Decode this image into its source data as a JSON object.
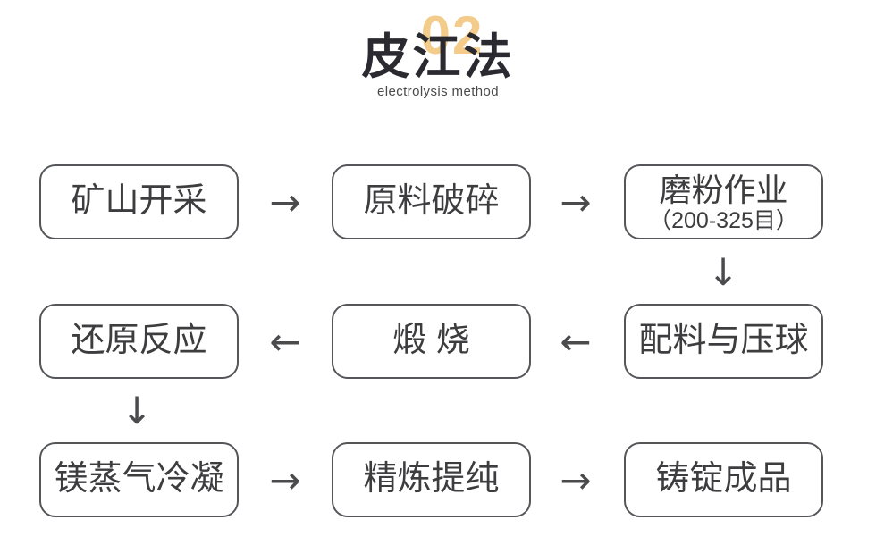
{
  "header": {
    "number": "02",
    "title": "皮江法",
    "subtitle": "electrolysis method"
  },
  "colors": {
    "accent_yellow": "#F3CB8B",
    "title_dark": "#2A2A30",
    "box_border": "#55565A",
    "box_text": "#3D3D3F",
    "arrow": "#4B4B4D",
    "background": "#FFFFFF"
  },
  "flowchart": {
    "glyphs": {
      "right": "→",
      "left": "←",
      "down": "↓"
    },
    "nodes": [
      {
        "label": "矿山开采"
      },
      {
        "label": "原料破碎"
      },
      {
        "label": "磨粉作业",
        "sublabel": "（200-325目）"
      },
      {
        "label": "还原反应"
      },
      {
        "label": "煅 烧"
      },
      {
        "label": "配料与压球"
      },
      {
        "label": "镁蒸气冷凝"
      },
      {
        "label": "精炼提纯"
      },
      {
        "label": "铸锭成品"
      }
    ]
  }
}
